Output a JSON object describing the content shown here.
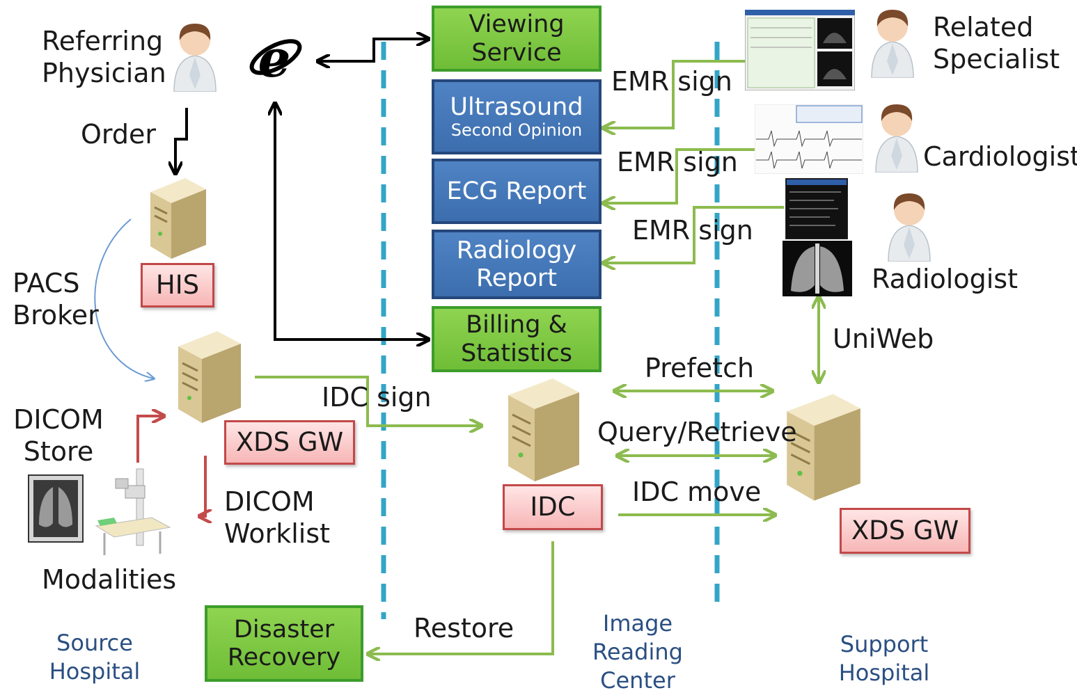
{
  "actors": {
    "referring_physician": "Referring\nPhysician",
    "related_specialist": "Related\nSpecialist",
    "cardiologist": "Cardiologist",
    "radiologist": "Radiologist"
  },
  "services": {
    "viewing": [
      "Viewing",
      "Service"
    ],
    "ultrasound": [
      "Ultrasound",
      "Second Opinion"
    ],
    "ecg": "ECG Report",
    "radiology": [
      "Radiology",
      "Report"
    ],
    "billing": [
      "Billing &",
      "Statistics"
    ],
    "disaster": [
      "Disaster",
      "Recovery"
    ]
  },
  "systems": {
    "his": "HIS",
    "xds_gw_source": "XDS GW",
    "idc": "IDC",
    "xds_gw_support": "XDS GW"
  },
  "flows": {
    "order": "Order",
    "pacs_broker": "PACS\nBroker",
    "dicom_store": "DICOM\nStore",
    "dicom_worklist": "DICOM\nWorklist",
    "modalities": "Modalities",
    "idc_sign": "IDC sign",
    "emr_sign_1": "EMR sign",
    "emr_sign_2": "EMR sign",
    "emr_sign_3": "EMR sign",
    "uniweb": "UniWeb",
    "prefetch": "Prefetch",
    "query_retrieve": "Query/Retrieve",
    "idc_move": "IDC move",
    "restore": "Restore"
  },
  "sites": {
    "source": "Source\nHospital",
    "reading_center": "Image\nReading\nCenter",
    "support": "Support\nHospital"
  },
  "colors": {
    "green_arrow": "#8cbb4f",
    "black_arrow": "#000000",
    "blue_dashed": "#33a5c6",
    "red_arrow": "#c44b4b",
    "broker_curve": "#6b9bd1"
  }
}
